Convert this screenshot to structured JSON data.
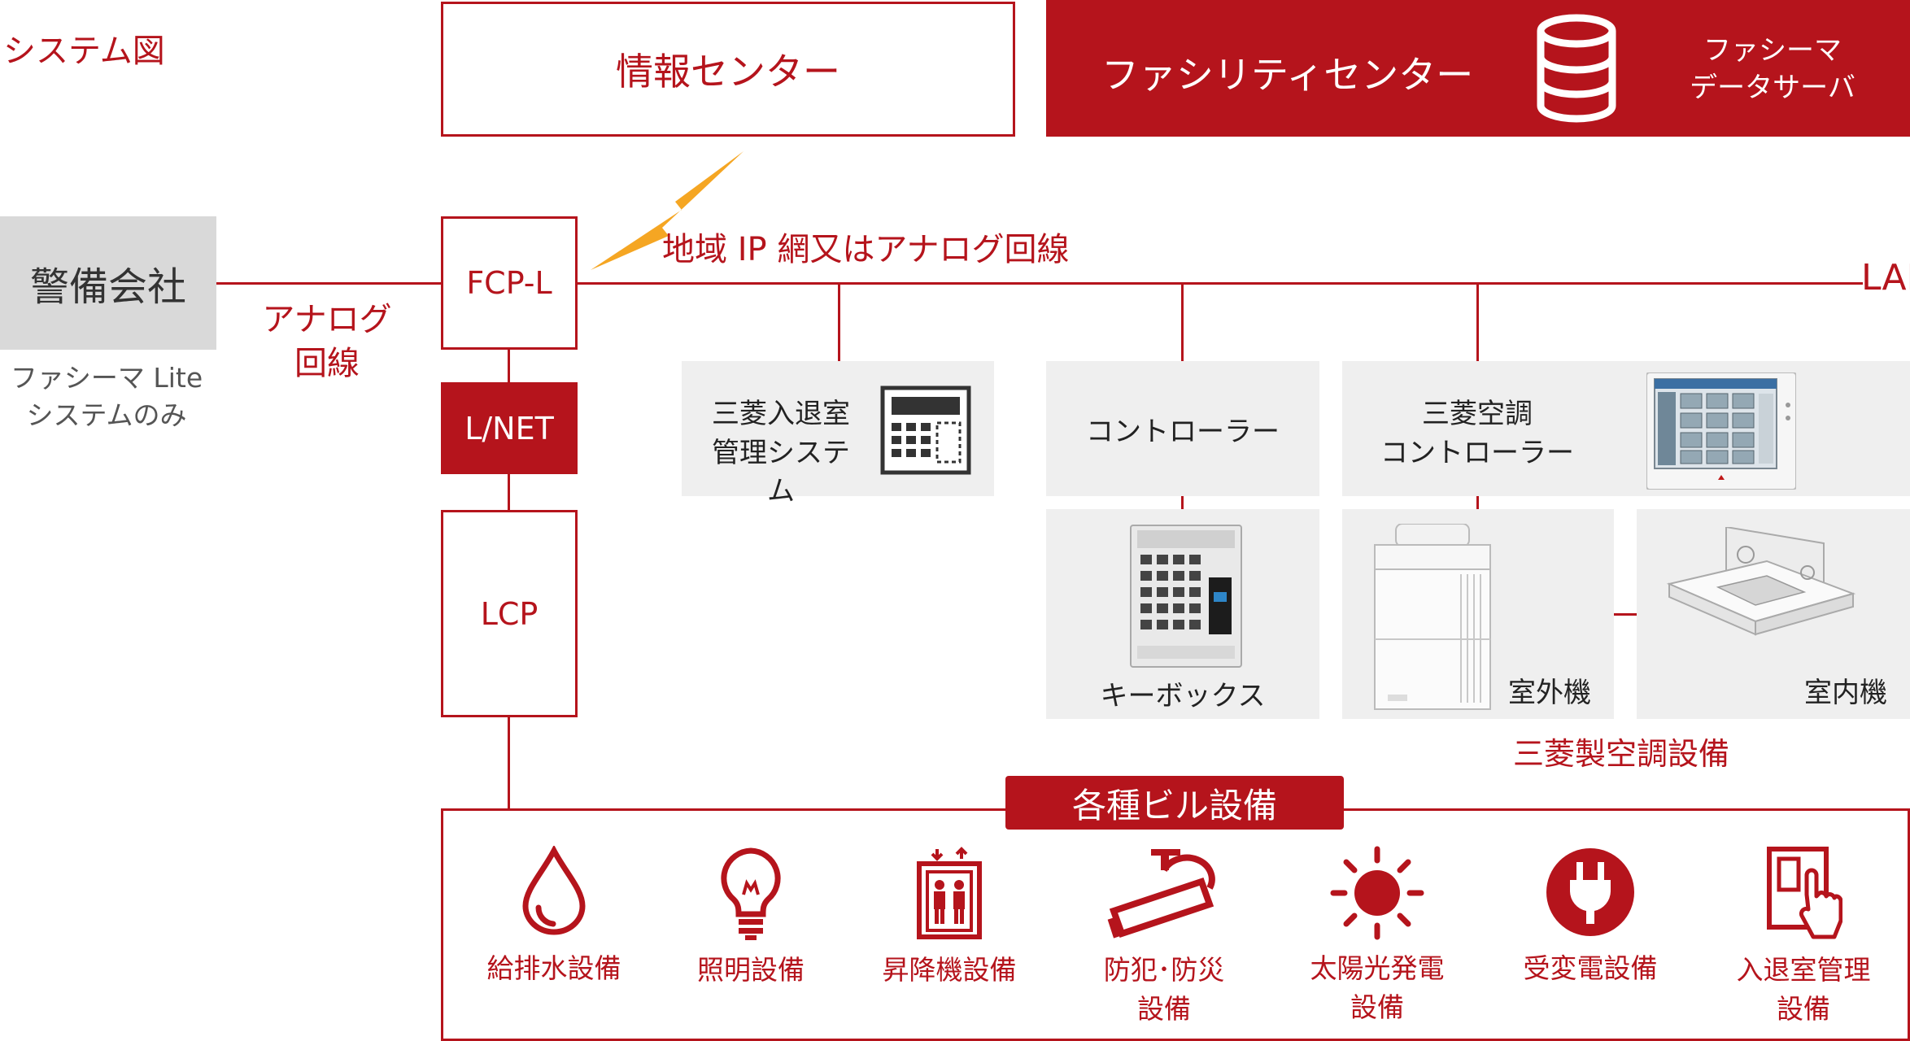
{
  "page": {
    "title": "システム図"
  },
  "info_center": "情報センター",
  "facility_center": "ファシリティセンター",
  "data_server": {
    "line1": "ファシーマ",
    "line2": "データサーバ"
  },
  "security_company": "警備会社",
  "security_note": {
    "line1": "ファシーマ Lite",
    "line2": "システムのみ"
  },
  "analog_line": {
    "line1": "アナログ",
    "line2": "回線"
  },
  "network_label": "地域 IP 網又はアナログ回線",
  "lan_label": "LAN",
  "fcp": "FCP-L",
  "lnet": "L/NET",
  "lcp": "LCP",
  "access_system": {
    "line1": "三菱入退室",
    "line2": "管理システム"
  },
  "controller": "コントローラー",
  "ac_controller": {
    "line1": "三菱空調",
    "line2": "コントローラー"
  },
  "keybox": "キーボックス",
  "outdoor_unit": "室外機",
  "indoor_unit": "室内機",
  "ac_equipment": "三菱製空調設備",
  "building_equipment": {
    "title": "各種ビル設備",
    "items": [
      {
        "icon": "water-drop-icon",
        "line1": "給排水設備",
        "line2": ""
      },
      {
        "icon": "light-bulb-icon",
        "line1": "照明設備",
        "line2": ""
      },
      {
        "icon": "elevator-icon",
        "line1": "昇降機設備",
        "line2": ""
      },
      {
        "icon": "security-camera-icon",
        "line1": "防犯･防災",
        "line2": "設備"
      },
      {
        "icon": "sun-icon",
        "line1": "太陽光発電",
        "line2": "設備"
      },
      {
        "icon": "power-plug-icon",
        "line1": "受変電設備",
        "line2": ""
      },
      {
        "icon": "access-panel-icon",
        "line1": "入退室管理",
        "line2": "設備"
      }
    ]
  },
  "colors": {
    "accent": "#b5141c",
    "lightning": "#f5a623",
    "panel_gray": "#efefef"
  }
}
